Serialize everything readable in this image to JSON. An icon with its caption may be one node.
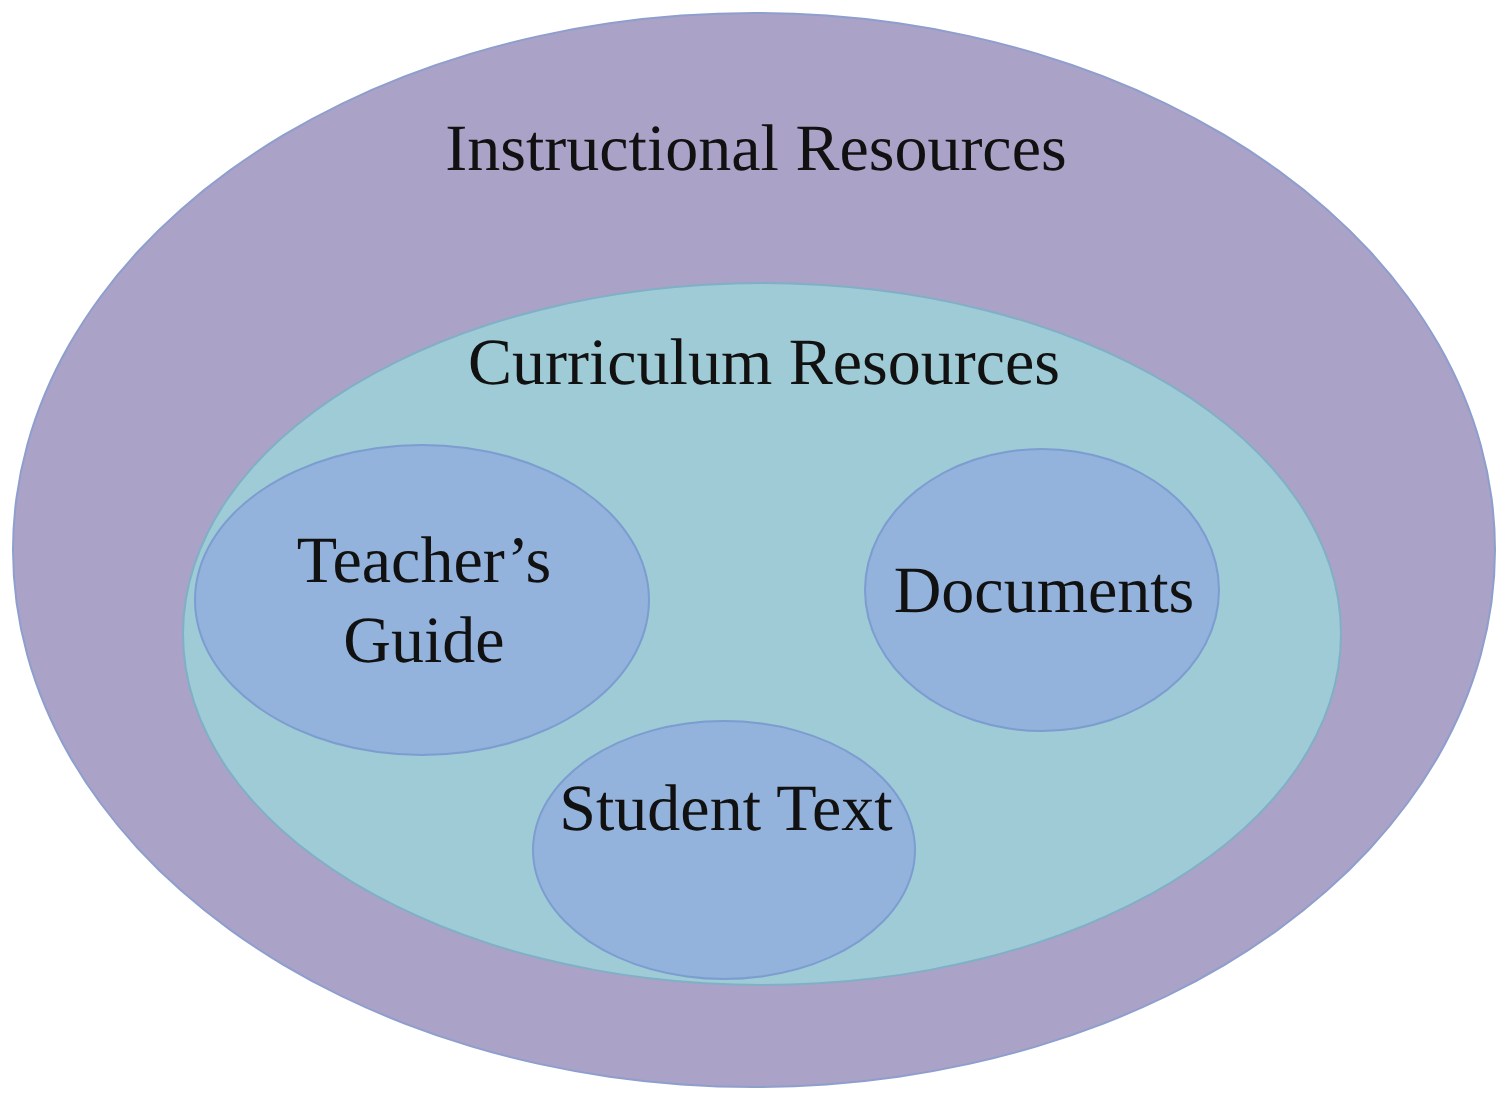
{
  "diagram": {
    "nodes": [
      {
        "text": [
          "Instructional Resources"
        ]
      },
      {
        "text": [
          "Curriculum Resources"
        ],
        "in": 0
      },
      {
        "text": [
          "Teacher’s Guide"
        ],
        "in": 1
      },
      {
        "text": [
          "Documents"
        ],
        "in": 1
      },
      {
        "text": [
          "Student Text"
        ],
        "in": 1
      }
    ]
  }
}
